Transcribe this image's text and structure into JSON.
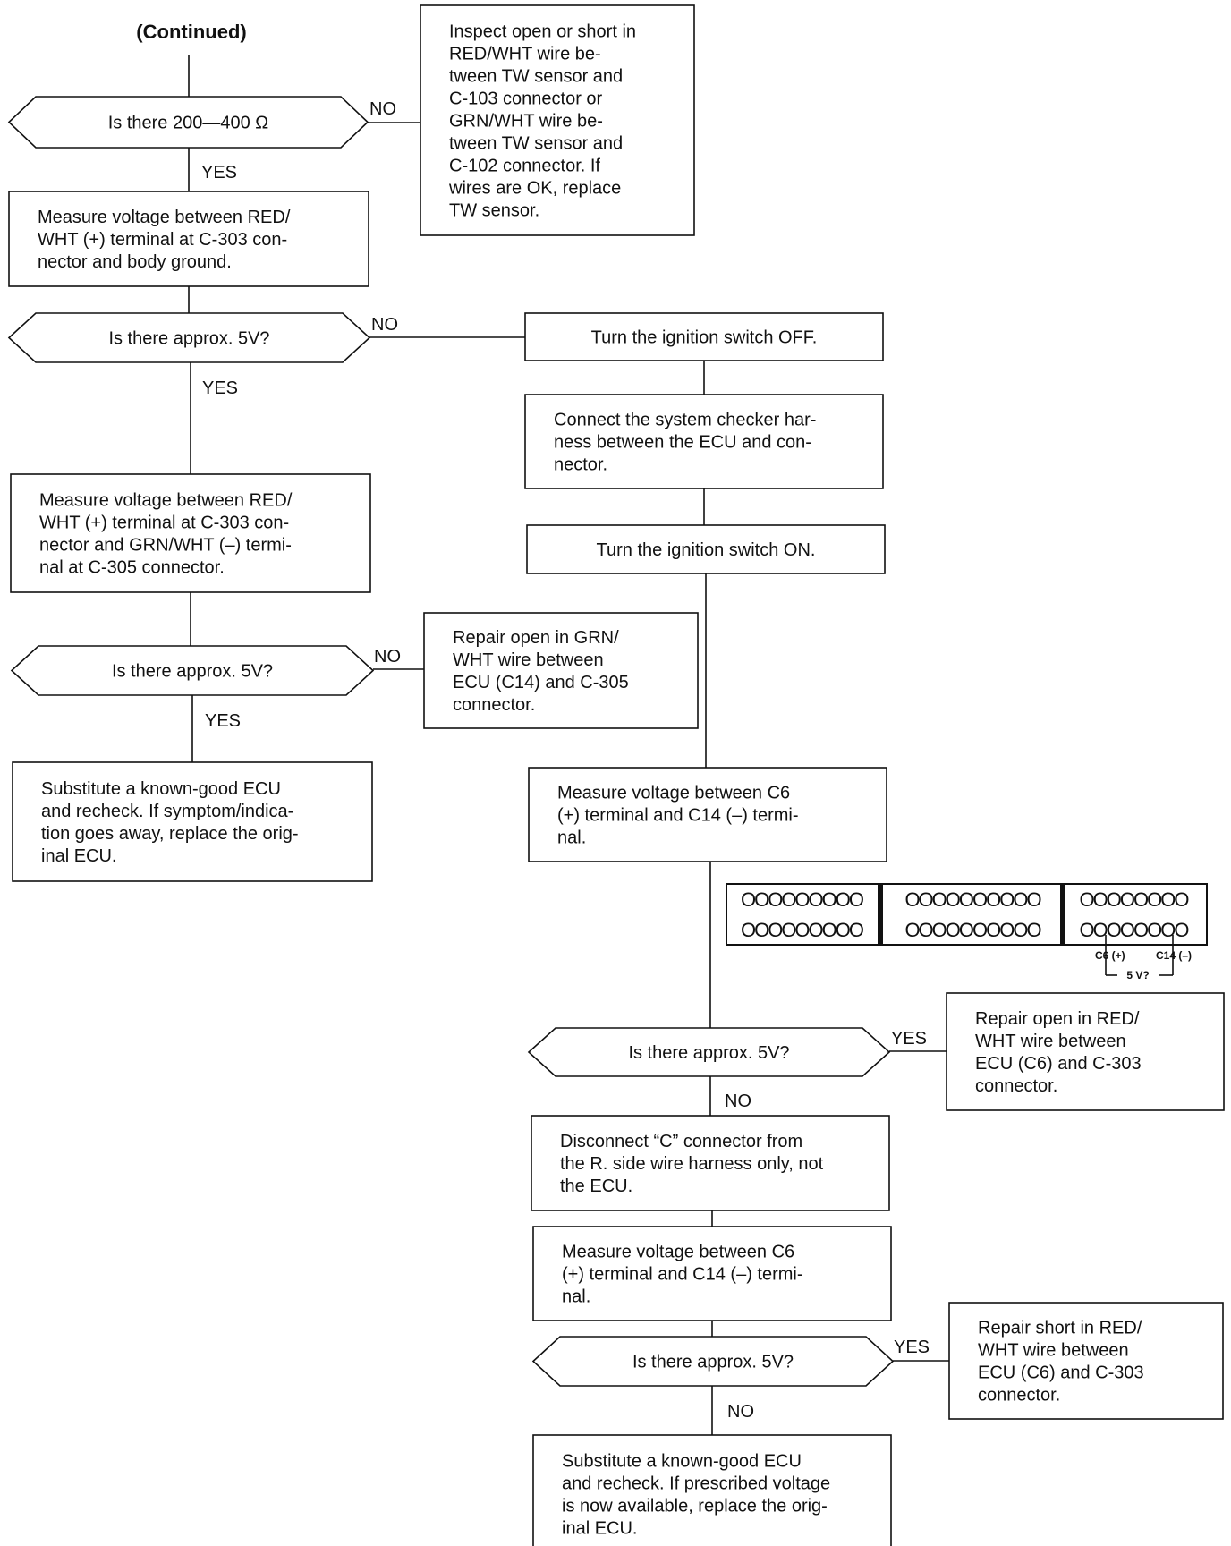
{
  "header": {
    "text": "(Continued)"
  },
  "nodes": {
    "q1": [
      "Is there 200—400 Ω"
    ],
    "inspect_wires": [
      "Inspect open or short in",
      "RED/WHT wire be-",
      "tween TW sensor and",
      "C-103 connector or",
      "GRN/WHT wire be-",
      "tween TW sensor and",
      "C-102 connector. If",
      "wires are OK, replace",
      "TW sensor."
    ],
    "measure_ground": [
      "Measure voltage between RED/",
      "WHT (+) terminal at C-303 con-",
      "nector and body ground."
    ],
    "q2": [
      "Is there approx. 5V?"
    ],
    "ign_off": [
      "Turn the ignition switch OFF."
    ],
    "connect_checker": [
      "Connect the system checker har-",
      "ness between the ECU and con-",
      "nector."
    ],
    "ign_on": [
      "Turn the ignition switch ON."
    ],
    "measure_c303_c305": [
      "Measure voltage between RED/",
      "WHT (+) terminal at C-303 con-",
      "nector and GRN/WHT (–) termi-",
      "nal at C-305 connector."
    ],
    "q3": [
      "Is there approx. 5V?"
    ],
    "repair_grn": [
      "Repair open in GRN/",
      "WHT wire between",
      "ECU (C14) and C-305",
      "connector."
    ],
    "substitute_ecu_1": [
      "Substitute a known-good ECU",
      "and recheck. If symptom/indica-",
      "tion goes away, replace the orig-",
      "inal ECU."
    ],
    "measure_c6_c14_1": [
      "Measure voltage between C6",
      "(+) terminal and C14 (–) termi-",
      "nal."
    ],
    "q4": [
      "Is there approx. 5V?"
    ],
    "repair_open_red": [
      "Repair open in RED/",
      "WHT wire between",
      "ECU (C6) and C-303",
      "connector."
    ],
    "disconnect_c": [
      "Disconnect “C” connector from",
      "the R. side wire harness only, not",
      "the ECU."
    ],
    "measure_c6_c14_2": [
      "Measure voltage between C6",
      "(+) terminal and C14 (–) termi-",
      "nal."
    ],
    "q5": [
      "Is there approx. 5V?"
    ],
    "repair_short_red": [
      "Repair short in RED/",
      "WHT wire between",
      "ECU (C6) and C-303",
      "connector."
    ],
    "substitute_ecu_2": [
      "Substitute a known-good ECU",
      "and recheck. If prescribed voltage",
      "is now available, replace the orig-",
      "inal ECU."
    ]
  },
  "edges": {
    "yes": "YES",
    "no": "NO"
  },
  "connector": {
    "rows": [
      [
        "OOOOOOOOO",
        "OOOOOOOOOO",
        "OOOOOOOO"
      ],
      [
        "OOOOOOOOO",
        "OOOOOOOOOO",
        "OOOOOOOO"
      ]
    ],
    "pin_labels": {
      "c6": "C6 (+)",
      "c14": "C14 (–)",
      "voltage": "5 V?"
    }
  },
  "colors": {
    "ink": "#111111",
    "paper": "#ffffff"
  }
}
